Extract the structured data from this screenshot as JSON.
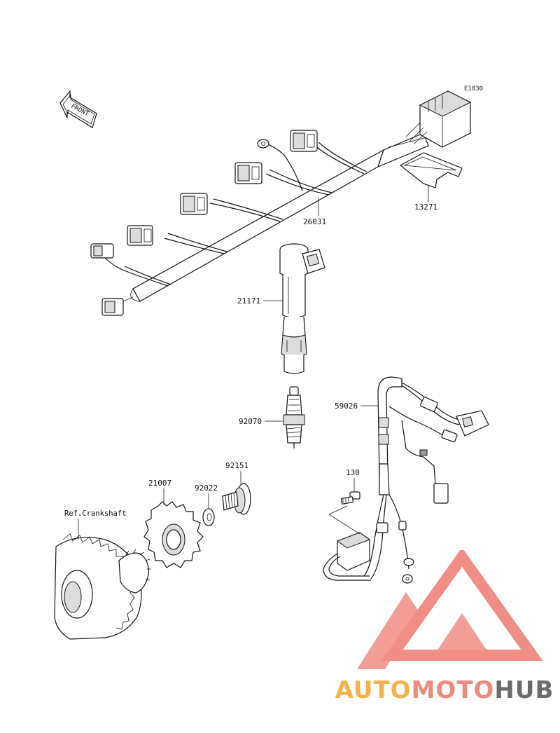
{
  "diagram": {
    "code": "E1830",
    "front_arrow_label": "FRONT",
    "reference_label": "Ref.Crankshaft",
    "parts": [
      {
        "id": "harness",
        "number": "26031"
      },
      {
        "id": "harness-cover",
        "number": "13271"
      },
      {
        "id": "ignition-coil",
        "number": "21171"
      },
      {
        "id": "spark-plug",
        "number": "92070"
      },
      {
        "id": "sub-harness",
        "number": "59026"
      },
      {
        "id": "bolt-small",
        "number": "130"
      },
      {
        "id": "bolt-flanged",
        "number": "92151"
      },
      {
        "id": "washer",
        "number": "92022"
      },
      {
        "id": "timing-rotor",
        "number": "21007"
      }
    ]
  },
  "watermark": {
    "text_auto": "AUTO",
    "text_moto": "MOTO",
    "text_hub": "HUB",
    "colors": {
      "auto": "#f3b24a",
      "moto": "#ef8a7f",
      "hub": "#6b6b6b",
      "triangle": "#f08d84"
    }
  }
}
